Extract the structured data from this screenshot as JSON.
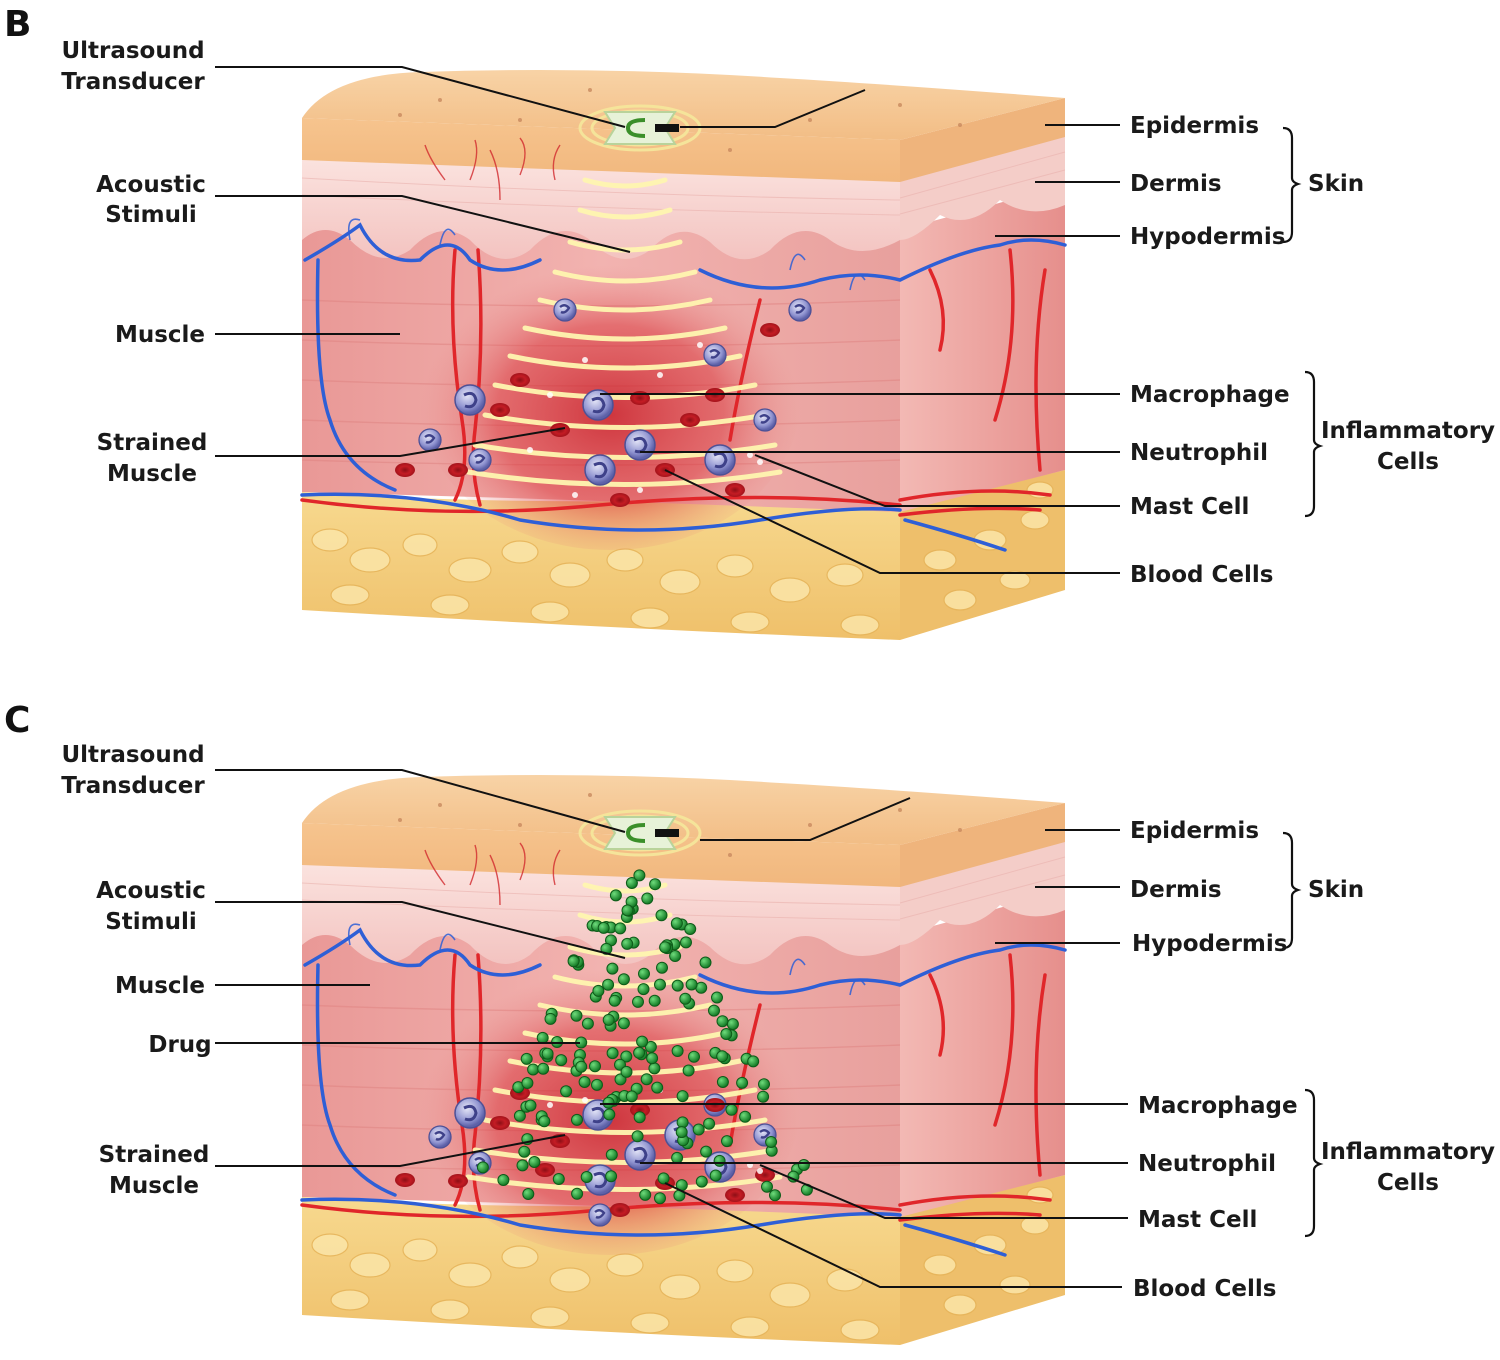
{
  "panels": [
    {
      "letter": "B",
      "left_labels": {
        "transducer": [
          "Ultrasound",
          "Transducer"
        ],
        "acoustic": [
          "Acoustic",
          "Stimuli"
        ],
        "muscle": "Muscle",
        "strained": [
          "Strained",
          "Muscle"
        ]
      },
      "right_labels": {
        "epidermis": "Epidermis",
        "dermis": "Dermis",
        "hypodermis": "Hypodermis",
        "skin_group": "Skin",
        "macrophage": "Macrophage",
        "neutrophil": "Neutrophil",
        "mast_cell": "Mast Cell",
        "inflammatory_group": [
          "Inflammatory",
          "Cells"
        ],
        "blood_cells": "Blood Cells"
      }
    },
    {
      "letter": "C",
      "left_labels": {
        "transducer": [
          "Ultrasound",
          "Transducer"
        ],
        "acoustic": [
          "Acoustic",
          "Stimuli"
        ],
        "muscle": "Muscle",
        "drug": "Drug",
        "strained": [
          "Strained",
          "Muscle"
        ]
      },
      "right_labels": {
        "epidermis": "Epidermis",
        "dermis": "Dermis",
        "hypodermis": "Hypodermis",
        "skin_group": "Skin",
        "macrophage": "Macrophage",
        "neutrophil": "Neutrophil",
        "mast_cell": "Mast Cell",
        "inflammatory_group": [
          "Inflammatory",
          "Cells"
        ],
        "blood_cells": "Blood Cells"
      }
    }
  ],
  "colors": {
    "epidermis": "#f5c795",
    "dermis": "#f7d4cf",
    "muscle": "#eda7a4",
    "fat": "#f4cf7f",
    "artery": "#e0262a",
    "vein": "#2e5fd6",
    "wave": "#fff3a8",
    "drug": "#1f9a33",
    "immune_cell": "#7b7fc4",
    "leader": "#111111"
  }
}
